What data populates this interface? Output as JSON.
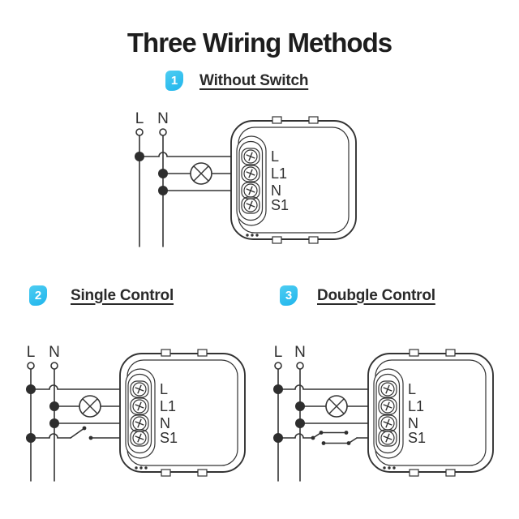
{
  "title": "Three Wiring Methods",
  "sections": [
    {
      "number": "1",
      "label": "Without Switch"
    },
    {
      "number": "2",
      "label": "Single Control"
    },
    {
      "number": "3",
      "label": "Doubgle Control"
    }
  ],
  "wiring": {
    "supply": {
      "live": "L",
      "neutral": "N"
    },
    "terminals": {
      "t1": "L",
      "t2": "L1",
      "t3": "N",
      "t4": "S1"
    }
  },
  "icons": {
    "lamp": "circle-with-x-lamp",
    "supply_terminal": "open-circle-terminal",
    "junction": "filled-dot-junction",
    "terminal_screw": "phillips-screw-terminal",
    "switch_single": "open-lever-switch",
    "switch_double": "two-way-crossover-switch",
    "wire_hop": "crossover-bump"
  },
  "colors": {
    "badge_gradient_start": "#4ecdf2",
    "badge_gradient_end": "#1fb5ec",
    "line": "#333333",
    "text": "#2a2a2a",
    "background": "#ffffff"
  }
}
